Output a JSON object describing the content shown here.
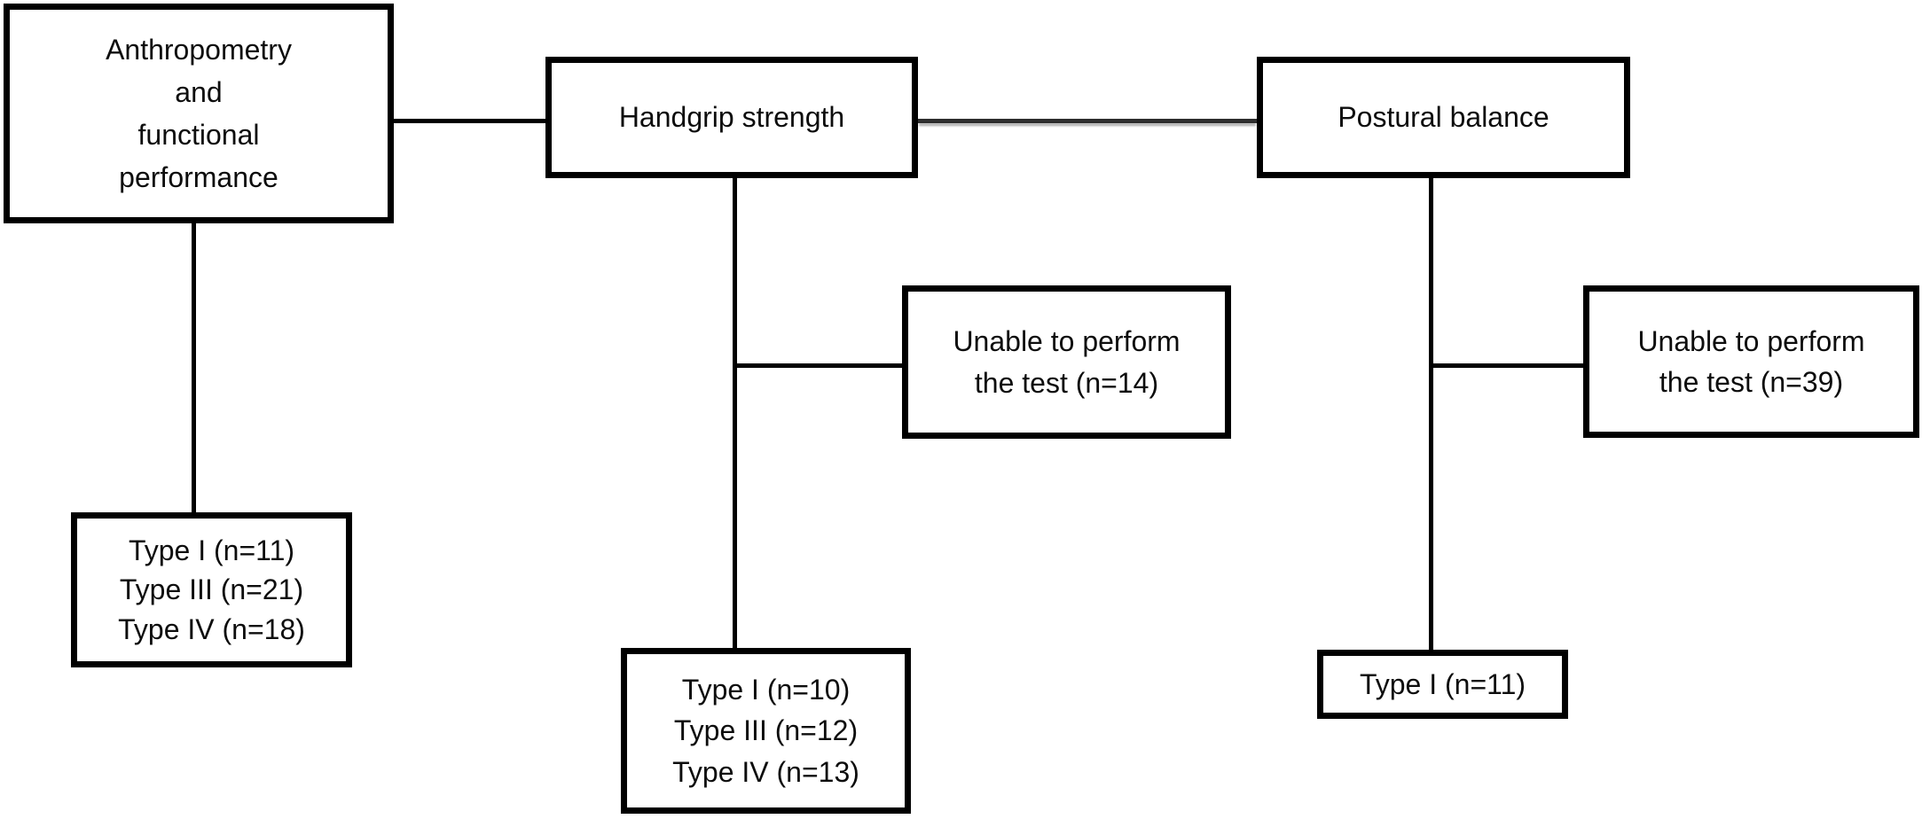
{
  "colors": {
    "background": "#ffffff",
    "box_border": "#000000",
    "text": "#0d0d0d",
    "connector": "#000000",
    "connector_shadow": "#9a9a9a"
  },
  "nodes": {
    "anthropometry": {
      "lines": [
        "Anthropometry",
        "and",
        "functional",
        "performance"
      ]
    },
    "handgrip": {
      "label": "Handgrip strength"
    },
    "postural": {
      "label": "Postural balance"
    },
    "unable_handgrip": {
      "lines": [
        "Unable to perform",
        "the test (n=14)"
      ]
    },
    "unable_postural": {
      "lines": [
        "Unable to perform",
        "the test (n=39)"
      ]
    },
    "types_anthropometry": {
      "lines": [
        "Type I (n=11)",
        "Type III (n=21)",
        "Type IV (n=18)"
      ]
    },
    "types_handgrip": {
      "lines": [
        "Type I (n=10)",
        "Type III (n=12)",
        "Type IV (n=13)"
      ]
    },
    "types_postural": {
      "label": "Type I (n=11)"
    }
  }
}
